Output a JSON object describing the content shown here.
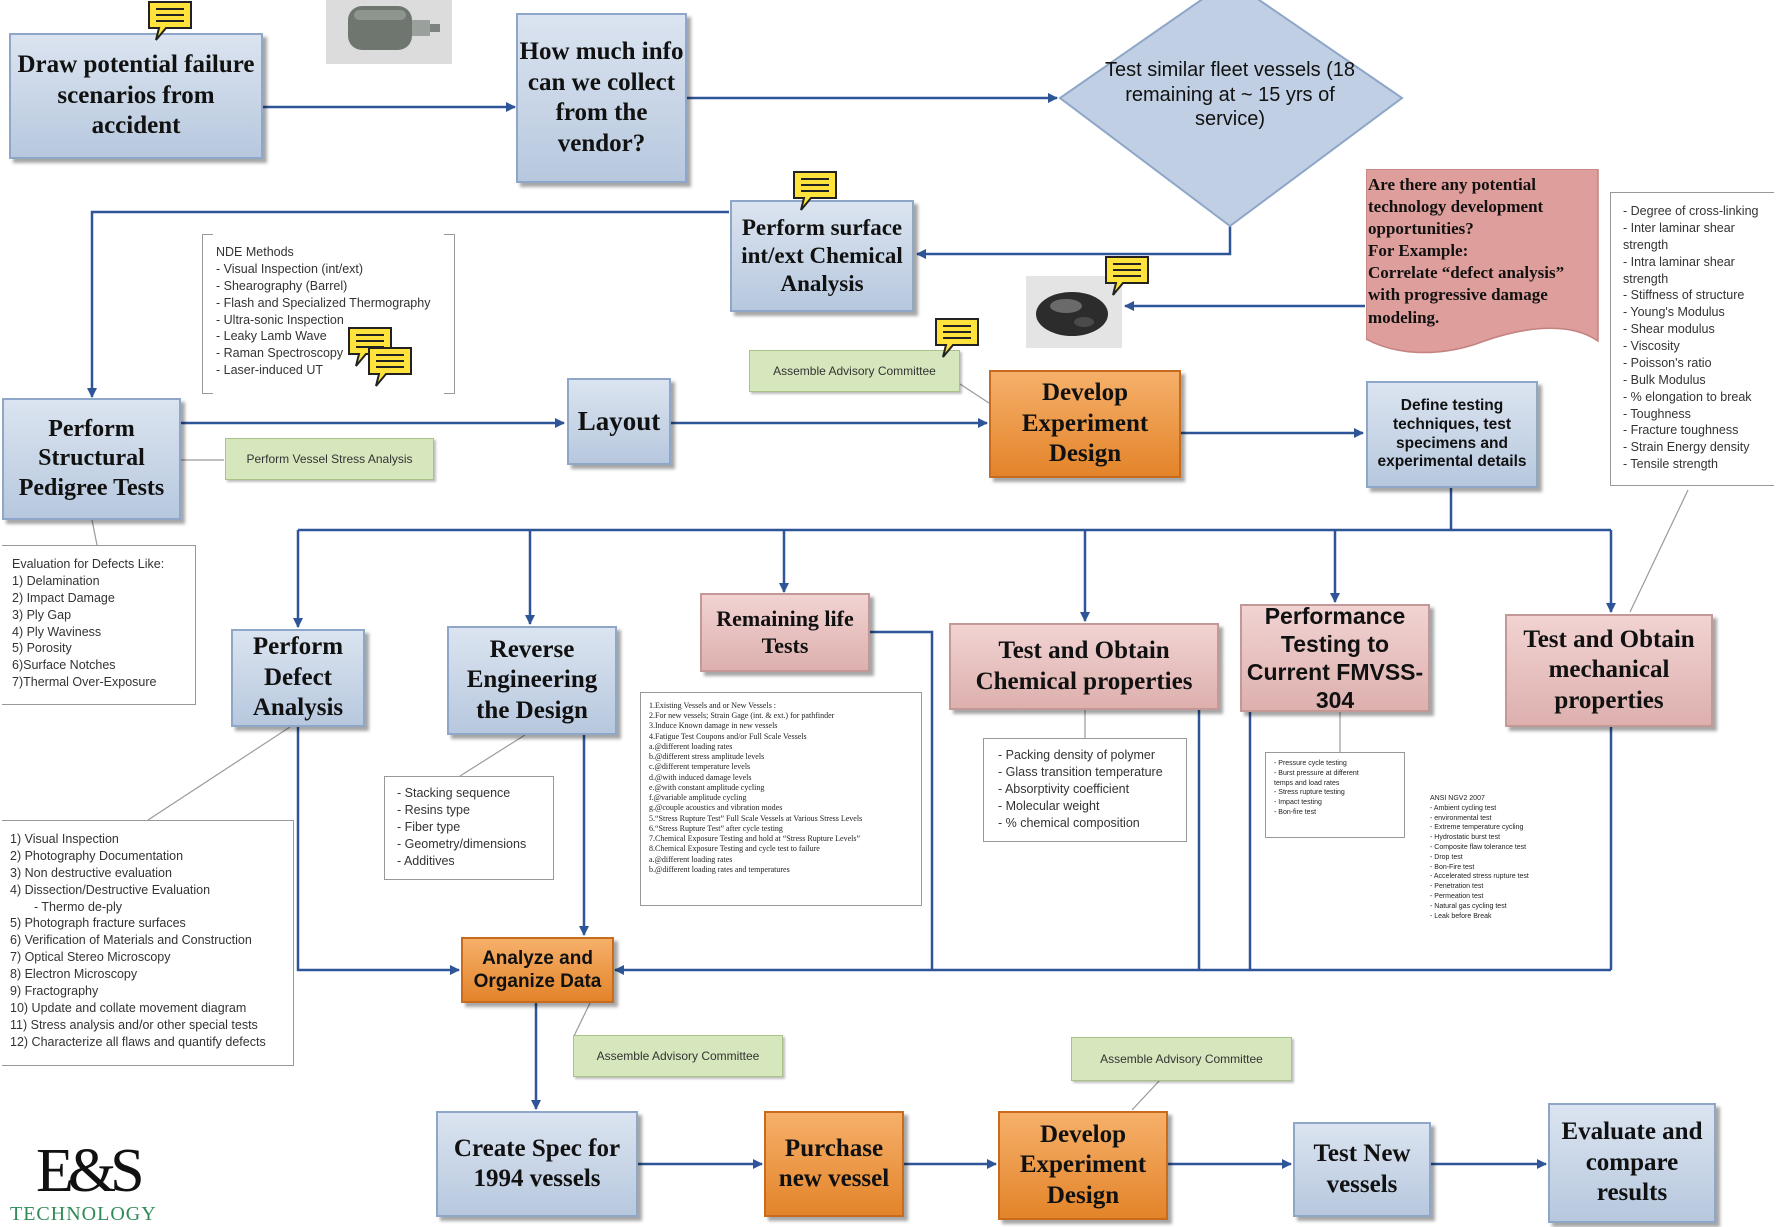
{
  "boxes": {
    "draw_scenarios": "Draw potential failure scenarios from accident",
    "vendor_info": "How much info can we collect from the vendor?",
    "fleet_test": "Test similar fleet vessels (18 remaining at ~ 15 yrs of service)",
    "chem_surface": "Perform surface int/ext Chemical Analysis",
    "tech_dev": "Are there any potential technology development opportunities?\nFor Example:\nCorrelate “defect analysis” with progressive damage modeling.",
    "structural_tests": "Perform Structural Pedigree Tests",
    "layout": "Layout",
    "develop_design_top": "Develop Experiment Design",
    "define_testing": "Define testing techniques, test specimens and experimental details",
    "defect_analysis": "Perform Defect Analysis",
    "reverse_eng": "Reverse Engineering the Design",
    "remaining_life": "Remaining life Tests",
    "chem_props": "Test and Obtain Chemical properties",
    "performance": "Performance Testing to Current FMVSS-304",
    "mech_props": "Test and Obtain mechanical properties",
    "analyze": "Analyze and Organize Data",
    "create_spec": "Create Spec for 1994 vessels",
    "purchase": "Purchase new vessel",
    "develop_design_bottom": "Develop Experiment Design",
    "test_new": "Test New vessels",
    "evaluate": "Evaluate and compare results"
  },
  "green_labels": {
    "advisory_top": "Assemble Advisory Committee",
    "stress_analysis": "Perform Vessel Stress Analysis",
    "advisory_mid": "Assemble Advisory Committee",
    "advisory_bottom": "Assemble Advisory Committee"
  },
  "notes": {
    "nde": [
      "NDE Methods",
      "- Visual Inspection (int/ext)",
      "- Shearography (Barrel)",
      "- Flash and Specialized Thermography",
      "- Ultra-sonic Inspection",
      "- Leaky Lamb Wave",
      "- Raman Spectroscopy",
      "- Laser-induced UT"
    ],
    "defects": [
      "Evaluation for Defects Like:",
      "1) Delamination",
      "2) Impact Damage",
      "3) Ply Gap",
      "4) Ply Waviness",
      "5) Porosity",
      "6)Surface Notches",
      "7)Thermal Over-Exposure"
    ],
    "mech_list": [
      "- Degree of cross-linking",
      "- Inter laminar shear",
      "strength",
      "- Intra laminar shear",
      "strength",
      "- Stiffness of structure",
      "- Young's Modulus",
      "- Shear modulus",
      "- Viscosity",
      "- Poisson's ratio",
      "- Bulk Modulus",
      "- % elongation to break",
      "- Toughness",
      "- Fracture toughness",
      "- Strain Energy density",
      "- Tensile strength"
    ],
    "defect_steps": [
      "1) Visual Inspection",
      "2) Photography Documentation",
      "3) Non destructive evaluation",
      "4) Dissection/Destructive Evaluation",
      "    - Thermo de-ply",
      "5) Photograph fracture surfaces",
      "6) Verification of Materials and Construction",
      "7) Optical Stereo Microscopy",
      "8) Electron Microscopy",
      "9) Fractography",
      "10) Update and collate movement diagram",
      "11) Stress analysis and/or other special tests",
      "12) Characterize all flaws and quantify defects"
    ],
    "reverse_list": [
      "- Stacking sequence",
      "- Resins type",
      "- Fiber type",
      "- Geometry/dimensions",
      "- Additives"
    ],
    "remaining_life_list": [
      "1.Existing Vessels and or New Vessels :",
      "2.For new vessels; Strain Gage (int. & ext.) for pathfinder",
      "3.Induce Known damage in new vessels",
      "4.Fatigue Test Coupons and/or Full Scale Vessels",
      "   a.@different loading rates",
      "   b.@different stress amplitude levels",
      "   c.@different temperature levels",
      "   d.@with induced damage levels",
      "   e.@with constant amplitude cycling",
      "   f.@variable amplitude cycling",
      "   g.@couple acoustics and vibration modes",
      "5.“Stress Rupture Test” Full Scale Vessels at Various Stress Levels",
      "6.“Stress Rupture Test” after cycle testing",
      "7.Chemical Exposure Testing and hold at “Stress Rupture Levels”",
      "8.Chemical Exposure Testing and cycle test to failure",
      "   a.@different loading rates",
      "   b.@different loading rates and temperatures"
    ],
    "chem_list": [
      "- Packing density of polymer",
      "- Glass transition temperature",
      "- Absorptivity coefficient",
      "- Molecular weight",
      "- % chemical composition"
    ],
    "perf_list": [
      "- Pressure cycle testing",
      "- Burst pressure at different",
      "  temps and load rates",
      "- Stress rupture testing",
      "- Impact testing",
      "- Bon-fire test"
    ],
    "ansi_list": [
      "ANSI NGV2 2007",
      "- Ambient cycling test",
      "- environmental test",
      "- Extreme temperature cycling",
      "- Hydrostatic burst test",
      "- Composite flaw tolerance test",
      "- Drop test",
      "- Bon-Fire test",
      "- Accelerated stress rupture test",
      "- Penetration test",
      "- Permeation test",
      "- Natural gas cycling test",
      "- Leak before Break"
    ]
  },
  "logo": {
    "letters": "E&S",
    "subtitle": "TECHNOLOGY"
  },
  "colors": {
    "blue_box": "#c9d6e8",
    "orange_box": "#ec963f",
    "pink_box": "#e8c4c3",
    "green_label": "#d6e6bd",
    "arrow": "#2e5597"
  },
  "icons": [
    "speech-bubble-icon",
    "vessel-photo-icon",
    "damaged-vessel-photo-icon"
  ]
}
